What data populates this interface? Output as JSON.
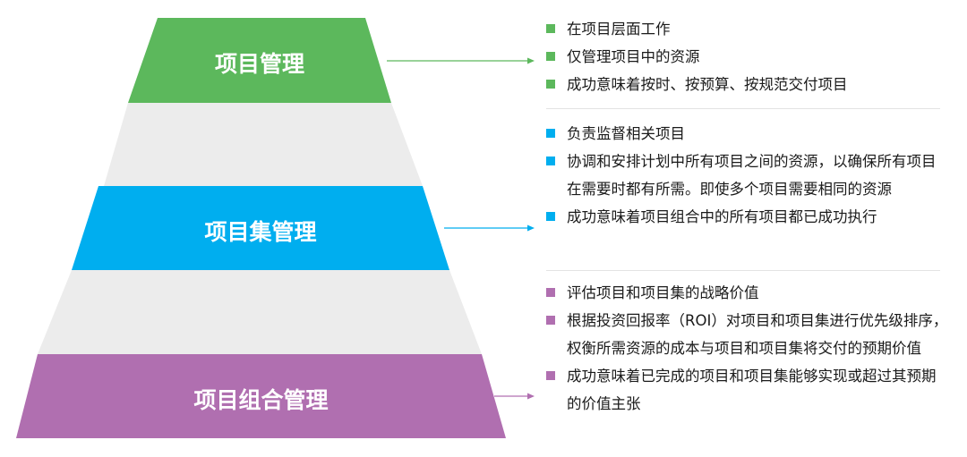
{
  "colors": {
    "project": "#5cb85c",
    "program": "#00aeef",
    "portfolio": "#b06fb0",
    "shadow": "#ececec"
  },
  "tiers": [
    {
      "title": "项目管理",
      "bullets": [
        "在项目层面工作",
        "仅管理项目中的资源",
        "成功意味着按时、按预算、按规范交付项目"
      ]
    },
    {
      "title": "项目集管理",
      "bullets": [
        "负责监督相关项目",
        "协调和安排计划中所有项目之间的资源，以确保所有项目在需要时都有所需。即使多个项目需要相同的资源",
        "成功意味着项目组合中的所有项目都已成功执行"
      ]
    },
    {
      "title": "项目组合管理",
      "bullets": [
        "评估项目和项目集的战略价值",
        "根据投资回报率（ROI）对项目和项目集进行优先级排序，权衡所需资源的成本与项目和项目集将交付的预期价值",
        "成功意味着已完成的项目和项目集能够实现或超过其预期的价值主张"
      ]
    }
  ]
}
